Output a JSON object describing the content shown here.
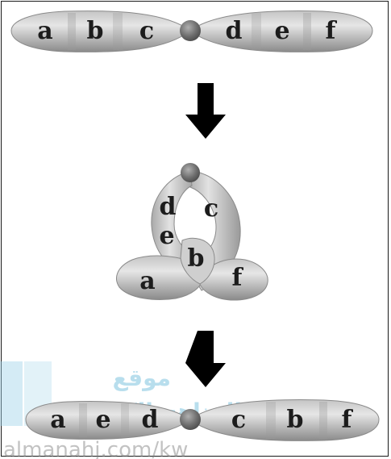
{
  "top_chromosome": {
    "genes": [
      "a",
      "b",
      "c",
      "d",
      "e",
      "f"
    ]
  },
  "loop_chromosome": {
    "genes": [
      "d",
      "c",
      "e",
      "b",
      "a",
      "f"
    ]
  },
  "bottom_chromosome": {
    "genes": [
      "a",
      "e",
      "d",
      "c",
      "b",
      "f"
    ]
  },
  "watermark": {
    "arabic_line1": "موقع",
    "arabic_line2": "المناهج الكويتية",
    "url": "almanahj.com/kw"
  },
  "colors": {
    "chromosome_light": "#d8d8d8",
    "chromosome_mid": "#a8a8a8",
    "chromosome_dark": "#7c7c7c",
    "arrow": "#000000",
    "watermark_accent": "#7fc4df"
  }
}
